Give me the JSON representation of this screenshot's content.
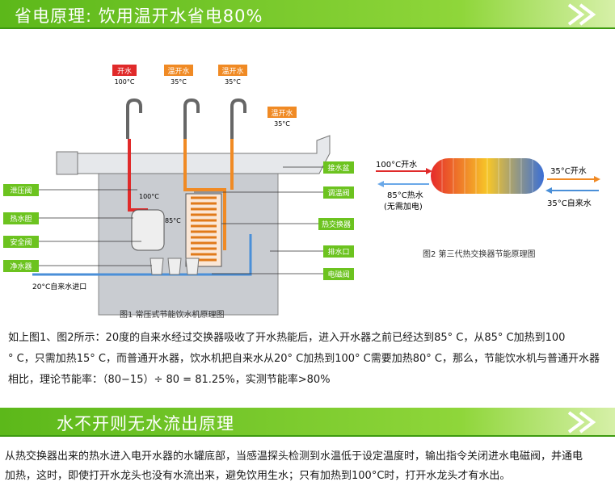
{
  "banner1": {
    "title": "省电原理: 饮用温开水省电80%"
  },
  "banner2": {
    "title": "水不开则无水流出原理"
  },
  "fig1": {
    "taps": [
      {
        "label": "开水",
        "temp": "100°C",
        "color": "#e02a2a"
      },
      {
        "label": "温开水",
        "temp": "35°C",
        "color": "#f08a24"
      },
      {
        "label": "温开水",
        "temp": "35°C",
        "color": "#f08a24"
      },
      {
        "label": "温开水",
        "temp": "35°C",
        "color": "#f08a24"
      }
    ],
    "left_labels": [
      "泄压阀",
      "热水胆",
      "安全阀",
      "净水器"
    ],
    "right_labels": [
      "接水盆",
      "调温阀",
      "热交换器",
      "排水口",
      "电磁阀"
    ],
    "inner_100": "100°C",
    "inner_85": "85°C",
    "inlet": "20°C自来水进口",
    "caption": "图1  常压式节能饮水机原理图"
  },
  "fig2": {
    "hot_in": "100°C开水",
    "hot_out_1": "85°C热水",
    "hot_out_2": "(无需加电)",
    "warm_out": "35°C开水",
    "cold_in": "35°C自来水",
    "caption": "图2  第三代热交换器节能原理图"
  },
  "para1": [
    "如上图1、图2所示：20度的自来水经过交换器吸收了开水热能后，进入开水器之前已经达到85° C，从85° C加热到100",
    "° C，只需加热15° C，而普通开水器，饮水机把自来水从20° C加热到100° C需要加热80° C，那么，节能饮水机与普通开水器",
    "相比，理论节能率：（80−15）÷ 80 = 81.25%，实测节能率>80%"
  ],
  "para2": [
    "从热交换器出来的热水进入电开水器的水罐底部，当感温探头检测到水温低于设定温度时，输出指令关闭进水电磁阀，并通电",
    "加热，这时，即使打开水龙头也没有水流出来，避免饮用生水；只有加热到100°C时，打开水龙头才有水出。"
  ],
  "colors": {
    "green": "#6cc31f",
    "hot": "#e02a2a",
    "warm": "#f08a24",
    "cold": "#4a8fd8"
  }
}
